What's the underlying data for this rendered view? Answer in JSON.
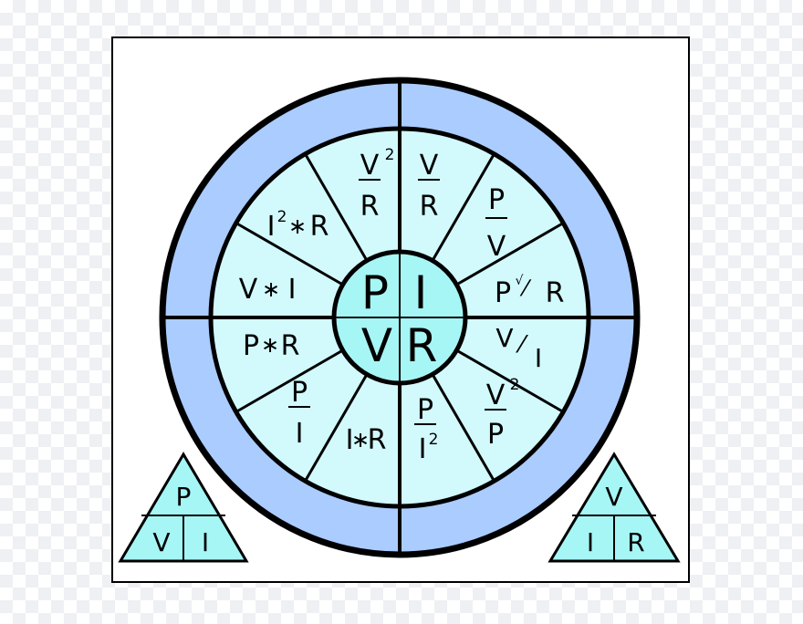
{
  "colors": {
    "outer_ring": "#aaccff",
    "inner_disc": "#d2fafd",
    "center_disc": "#a6f6f6",
    "triangle_fill": "#a6f6f6",
    "stroke": "#000000"
  },
  "center": {
    "top_left": "P",
    "top_right": "I",
    "bottom_left": "V",
    "bottom_right": "R"
  },
  "sectors": [
    {
      "id": "v-squared-over-r",
      "kind": "fraction",
      "num": "V",
      "num_sup": "2",
      "den": "R"
    },
    {
      "id": "v-over-r",
      "kind": "fraction",
      "num": "V",
      "den": "R"
    },
    {
      "id": "p-over-v",
      "kind": "fraction",
      "num": "P",
      "den": "V"
    },
    {
      "id": "p-slash-r",
      "kind": "inline",
      "left": "P",
      "op": "⁄",
      "right": "R",
      "note": "√"
    },
    {
      "id": "v-slash-i",
      "kind": "slash",
      "num": "V",
      "op": "⁄",
      "den": "I"
    },
    {
      "id": "v-squared-over-p",
      "kind": "fraction",
      "num": "V",
      "num_sup": "2",
      "den": "P"
    },
    {
      "id": "p-over-i-squared",
      "kind": "fraction",
      "num": "P",
      "den": "I",
      "den_sup": "2"
    },
    {
      "id": "i-times-r",
      "kind": "inline",
      "left": "I",
      "op": "∗",
      "right": "R"
    },
    {
      "id": "p-over-i",
      "kind": "fraction",
      "num": "P",
      "den": "I"
    },
    {
      "id": "p-times-r",
      "kind": "inline",
      "left": "P",
      "op": "∗",
      "right": "R"
    },
    {
      "id": "v-times-i",
      "kind": "inline",
      "left": "V",
      "op": "∗",
      "right": "I"
    },
    {
      "id": "i-squared-times-r",
      "kind": "inline",
      "left": "I",
      "left_sup": "2",
      "op": "∗",
      "right": "R"
    }
  ],
  "triangles": {
    "left": {
      "top": "P",
      "bottom_left": "V",
      "bottom_right": "I"
    },
    "right": {
      "top": "V",
      "bottom_left": "I",
      "bottom_right": "R"
    }
  }
}
